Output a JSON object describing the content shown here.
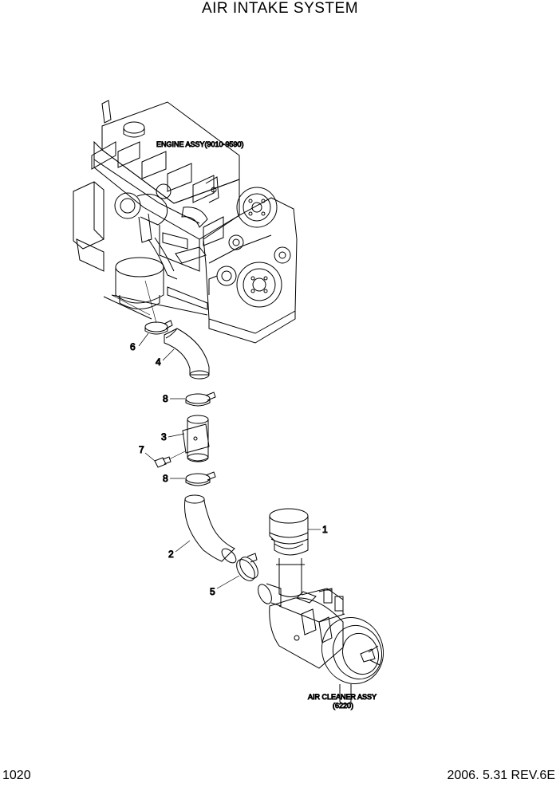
{
  "title": "AIR INTAKE SYSTEM",
  "page_number": "1020",
  "revision": "2006. 5.31  REV.6E",
  "engine_label": "ENGINE ASSY(9010-9590)",
  "air_cleaner_label": "AIR CLEANER ASSY",
  "air_cleaner_ref": "(6220)",
  "callouts": {
    "c1": "1",
    "c2": "2",
    "c3": "3",
    "c4": "4",
    "c5": "5",
    "c6": "6",
    "c7": "7",
    "c8a": "8",
    "c8b": "8"
  }
}
